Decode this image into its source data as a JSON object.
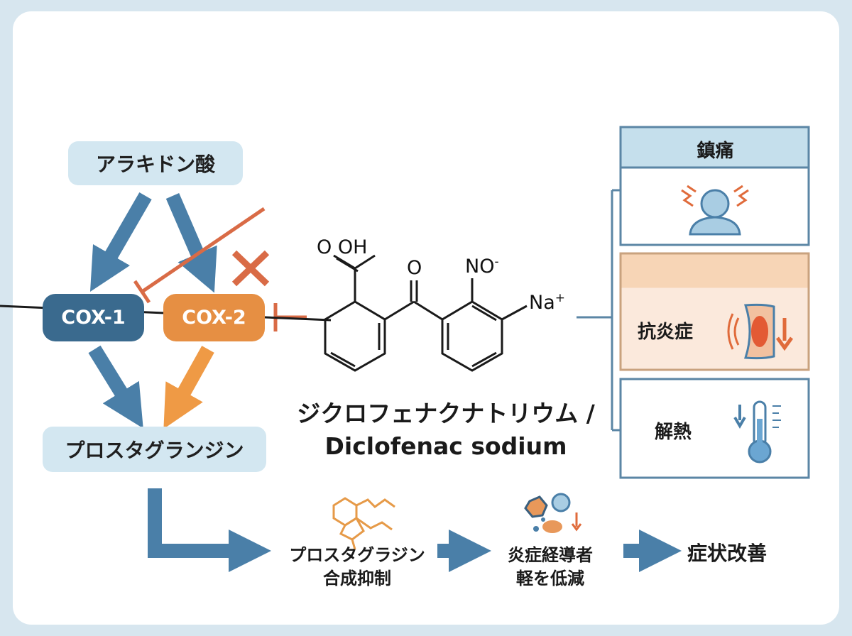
{
  "pathway": {
    "substrate": "アラキドン酸",
    "cox1": "COX-1",
    "cox2": "COX-2",
    "product": "プロスタグランジン"
  },
  "drug": {
    "label_oh": "O OH",
    "label_o": "O",
    "label_no": "NO",
    "label_no_charge": "-",
    "label_na": "Na",
    "label_na_charge": "+",
    "name_jp": "ジクロフェナクナトリウム /",
    "name_en": "Diclofenac sodium"
  },
  "effects": [
    {
      "label": "鎮痛",
      "icon": "pain-person-icon"
    },
    {
      "label": "抗炎症",
      "icon": "inflamed-joint-icon"
    },
    {
      "label": "解熱",
      "icon": "thermometer-icon"
    }
  ],
  "flow": {
    "step1_line1": "プロスタグラジン",
    "step1_line2": "合成抑制",
    "step2_line1": "炎症経導者",
    "step2_line2": "軽を低減",
    "step3": "症状改善"
  },
  "colors": {
    "background": "#d7e6ef",
    "blue_arrow": "#4a7fa8",
    "cox1": "#3a6a8e",
    "cox2": "#e68f43",
    "inhibit": "#d96b46",
    "light_pill": "#d3e7f1",
    "panel_border": "#5b86a5",
    "panel_cream": "#fbe9dc",
    "panel_peach": "#f7d5b6",
    "panel_title_bg": "#c5dfec"
  }
}
